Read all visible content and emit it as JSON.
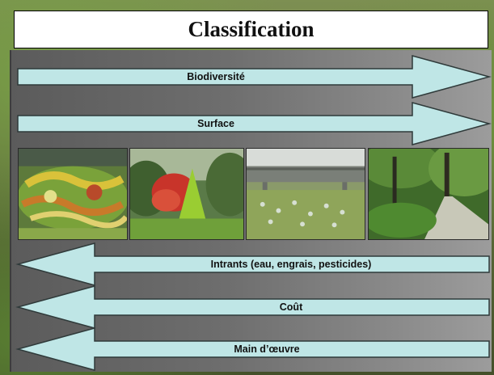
{
  "slide": {
    "title": "Classification",
    "arrows_right": [
      {
        "label": "Biodiversité"
      },
      {
        "label": "Surface"
      }
    ],
    "arrows_left": [
      {
        "label": "Intrants (eau, engrais, pesticides)"
      },
      {
        "label": "Coût"
      },
      {
        "label": "Main d’œuvre"
      }
    ],
    "photos": [
      {
        "subject": "flower-bed-mosaic-photo"
      },
      {
        "subject": "garden-shrubs-photo"
      },
      {
        "subject": "meadow-bridge-photo"
      },
      {
        "subject": "forest-path-photo"
      }
    ],
    "colors": {
      "arrow_fill": "#bfe6e6",
      "arrow_stroke": "#2f3a3a",
      "title_bg": "#ffffff"
    }
  }
}
